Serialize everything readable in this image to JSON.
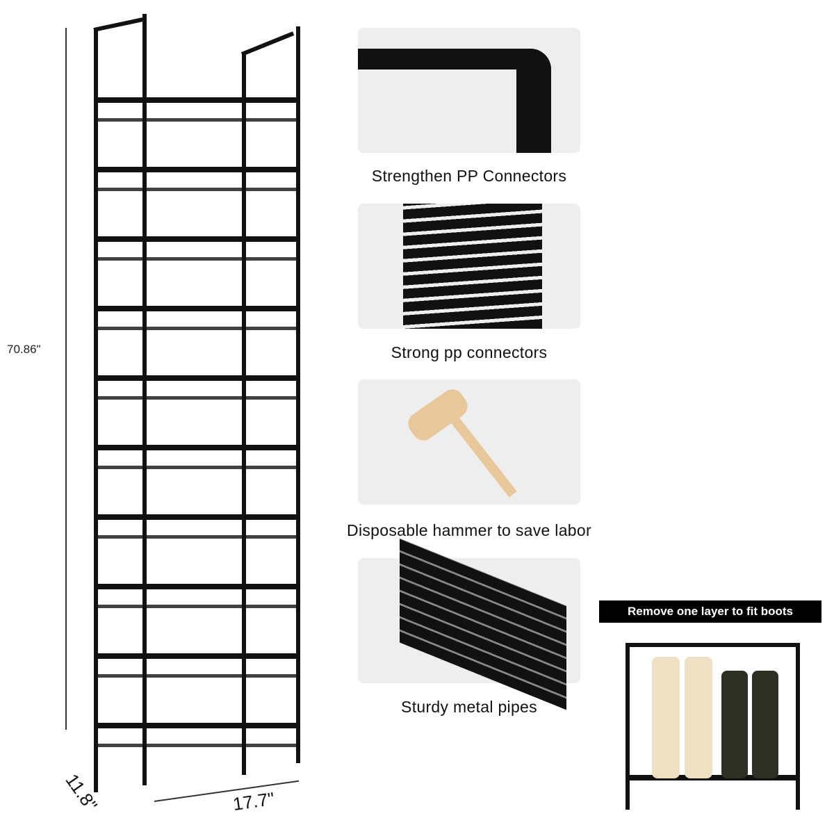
{
  "dimensions": {
    "height": "70.86\"",
    "depth": "11.8\"",
    "width": "17.7\""
  },
  "features": [
    {
      "caption": "Strengthen PP Connectors",
      "icon": "elbow-connector-image"
    },
    {
      "caption": "Strong pp connectors",
      "icon": "slatted-shelf-image"
    },
    {
      "caption": "Disposable hammer to save labor",
      "icon": "wooden-hammer-image"
    },
    {
      "caption": "Sturdy metal pipes",
      "icon": "metal-pipes-image"
    }
  ],
  "boots_banner": "Remove one layer to fit boots",
  "rack": {
    "tiers": 10
  },
  "colors": {
    "frame": "#111111",
    "panel": "#eeeeee",
    "hammer": "#e8c79a",
    "banner": "#000000"
  }
}
